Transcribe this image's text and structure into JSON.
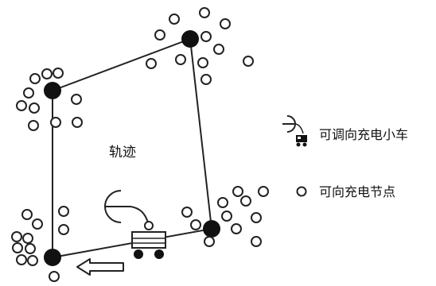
{
  "diagram": {
    "track_label": "轨迹",
    "legend": {
      "charging_car_label": "可调向充电小车",
      "charging_node_label": "可向充电节点"
    }
  },
  "colors": {
    "line": "#222222",
    "hub_fill": "#111111",
    "node_stroke": "#222222",
    "background": "#ffffff"
  }
}
